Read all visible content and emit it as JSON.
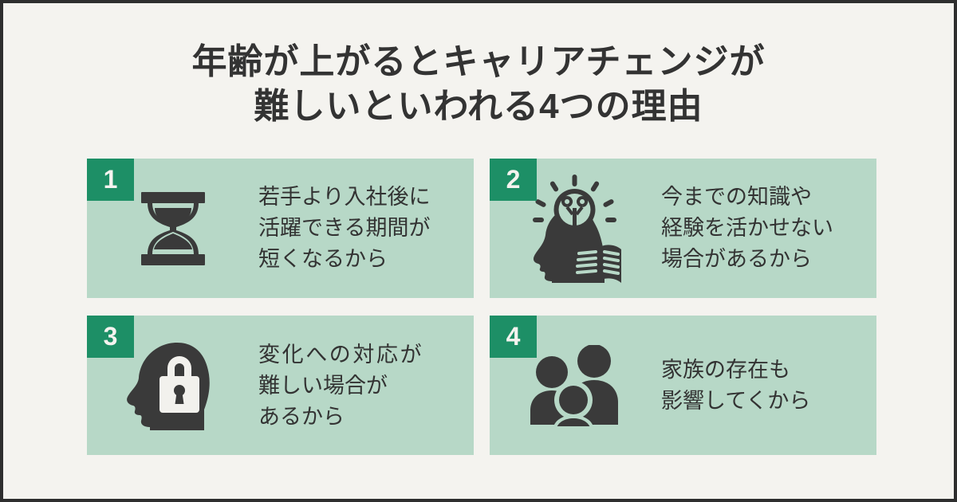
{
  "colors": {
    "frame": "#2e2e2e",
    "background": "#f4f3ef",
    "card_background": "#b7d8c7",
    "badge_background": "#1d8f66",
    "badge_text": "#f4f3ef",
    "text": "#333333",
    "icon": "#3a3a3a"
  },
  "title": {
    "line1": "年齢が上がるとキャリアチェンジが",
    "line2": "難しいといわれる4つの理由"
  },
  "cards": [
    {
      "number": "1",
      "icon": "hourglass-icon",
      "lines": [
        "若手より入社後に",
        "活躍できる期間が",
        "短くなるから"
      ],
      "spread": [
        false,
        false,
        false
      ]
    },
    {
      "number": "2",
      "icon": "head-lightbulb-book-icon",
      "lines": [
        "今までの知識や",
        "経験を活かせない",
        "場合があるから"
      ],
      "spread": [
        false,
        false,
        false
      ]
    },
    {
      "number": "3",
      "icon": "head-lock-icon",
      "lines": [
        "変化への対応が",
        "難しい場合が",
        "あるから"
      ],
      "spread": [
        true,
        false,
        false
      ]
    },
    {
      "number": "4",
      "icon": "family-icon",
      "lines": [
        "家族の存在も",
        "影響してくから"
      ],
      "spread": [
        false,
        false
      ]
    }
  ]
}
